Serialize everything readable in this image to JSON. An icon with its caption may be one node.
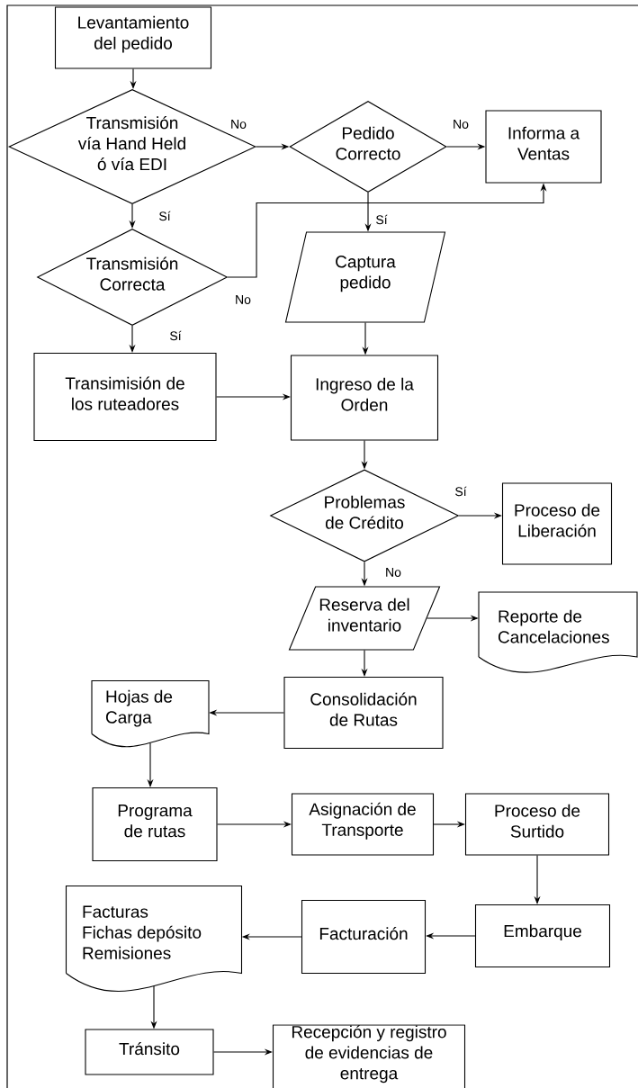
{
  "diagram": {
    "nodes": [
      {
        "text": [
          "Levantamiento del pedido"
        ]
      },
      {
        "text": [
          "Transmisión vía Hand Held ó vía EDI"
        ]
      },
      {
        "text": [
          "Pedido Correcto"
        ]
      },
      {
        "text": [
          "Informa a Ventas"
        ]
      },
      {
        "text": [
          "Transmisión Correcta"
        ]
      },
      {
        "text": [
          "Captura pedido"
        ]
      },
      {
        "text": [
          "Transimisión de los ruteadores"
        ]
      },
      {
        "text": [
          "Ingreso de la Orden"
        ]
      },
      {
        "text": [
          "Problemas de Crédito"
        ]
      },
      {
        "text": [
          "Proceso de Liberación"
        ]
      },
      {
        "text": [
          "Reserva del inventario"
        ]
      },
      {
        "text": [
          "Reporte de Cancelaciones"
        ]
      },
      {
        "text": [
          "Consolidación de Rutas"
        ]
      },
      {
        "text": [
          "Hojas de Carga"
        ]
      },
      {
        "text": [
          "Programa de rutas"
        ]
      },
      {
        "text": [
          "Asignación de Transporte"
        ]
      },
      {
        "text": [
          "Proceso de Surtido"
        ]
      },
      {
        "text": [
          "Embarque"
        ]
      },
      {
        "text": [
          "Facturación"
        ]
      },
      {
        "text": [
          "Facturas",
          "Fichas depósito",
          "Remisiones"
        ]
      },
      {
        "text": [
          "Tránsito"
        ]
      },
      {
        "text": [
          "Recepción y registro de evidencias de entrega"
        ]
      }
    ],
    "edges": [
      {
        "from": 0,
        "to": 1,
        "arrow": "to"
      },
      {
        "from": 1,
        "to": 2,
        "arrow": "to",
        "label": "No"
      },
      {
        "from": 2,
        "to": 3,
        "arrow": "to",
        "label": "No"
      },
      {
        "from": 1,
        "to": 4,
        "arrow": "to",
        "label": "Sí"
      },
      {
        "from": 4,
        "to": 3,
        "arrow": "to",
        "label": "No"
      },
      {
        "from": 2,
        "to": 5,
        "arrow": "to",
        "label": "Sí"
      },
      {
        "from": 4,
        "to": 6,
        "arrow": "to",
        "label": "Sí"
      },
      {
        "from": 5,
        "to": 7,
        "arrow": "to"
      },
      {
        "from": 6,
        "to": 7,
        "arrow": "to"
      },
      {
        "from": 7,
        "to": 8,
        "arrow": "to"
      },
      {
        "from": 8,
        "to": 9,
        "arrow": "to",
        "label": "Sí"
      },
      {
        "from": 8,
        "to": 10,
        "arrow": "to",
        "label": "No"
      },
      {
        "from": 10,
        "to": 11,
        "arrow": "to"
      },
      {
        "from": 10,
        "to": 12,
        "arrow": "to"
      },
      {
        "from": 12,
        "to": 13,
        "arrow": "to"
      },
      {
        "from": 13,
        "to": 14,
        "arrow": "to"
      },
      {
        "from": 14,
        "to": 15,
        "arrow": "to"
      },
      {
        "from": 15,
        "to": 16,
        "arrow": "to"
      },
      {
        "from": 16,
        "to": 17,
        "arrow": "to"
      },
      {
        "from": 17,
        "to": 18,
        "arrow": "to"
      },
      {
        "from": 18,
        "to": 19,
        "arrow": "to"
      },
      {
        "from": 19,
        "to": 20,
        "arrow": "to"
      },
      {
        "from": 20,
        "to": 21,
        "arrow": "to"
      }
    ]
  }
}
